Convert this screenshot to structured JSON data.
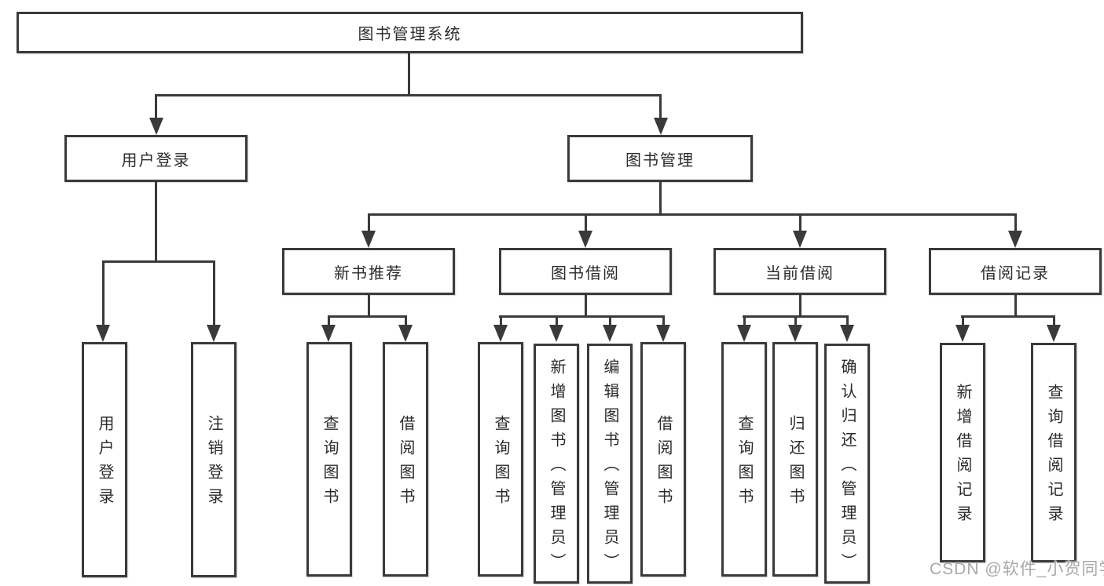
{
  "tree": {
    "root": "图书管理系统",
    "level2": {
      "login": "用户登录",
      "management": "图书管理"
    },
    "level3": {
      "recommend": "新书推荐",
      "borrow": "图书借阅",
      "current": "当前借阅",
      "records": "借阅记录"
    },
    "leaves": {
      "login": [
        "用户登录",
        "注销登录"
      ],
      "recommend": [
        "查询图书",
        "借阅图书"
      ],
      "borrow": [
        "查询图书",
        "新增图书（管理员）",
        "编辑图书（管理员）",
        "借阅图书"
      ],
      "current": [
        "查询图书",
        "归还图书",
        "确认归还（管理员）"
      ],
      "records": [
        "新增借阅记录",
        "查询借阅记录"
      ]
    }
  },
  "watermark": "CSDN @软件_小贺同学",
  "colors": {
    "line": "#3a3a3a",
    "text": "#2b2b2b",
    "watermark": "#a9a9a9",
    "background": "#ffffff"
  }
}
